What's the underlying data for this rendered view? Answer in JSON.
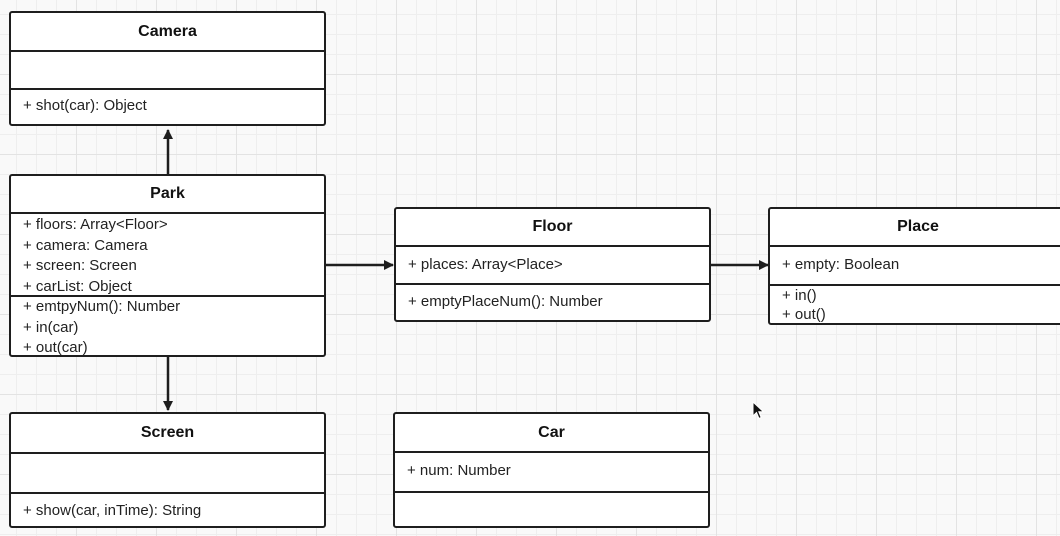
{
  "classes": {
    "camera": {
      "name": "Camera",
      "attributes": [],
      "methods": [
        "+ shot(car): Object"
      ]
    },
    "park": {
      "name": "Park",
      "attributes": [
        "+ floors: Array<Floor>",
        "+ camera: Camera",
        "+ screen: Screen",
        "+ carList: Object"
      ],
      "methods": [
        "+ emtpyNum(): Number",
        "+ in(car)",
        "+ out(car)"
      ]
    },
    "screen": {
      "name": "Screen",
      "attributes": [],
      "methods": [
        "+ show(car, inTime): String"
      ]
    },
    "floor": {
      "name": "Floor",
      "attributes": [
        "+ places: Array<Place>"
      ],
      "methods": [
        "+ emptyPlaceNum(): Number"
      ]
    },
    "place": {
      "name": "Place",
      "attributes": [
        "+ empty: Boolean"
      ],
      "methods": [
        "+ in()",
        "+ out()"
      ]
    },
    "car": {
      "name": "Car",
      "attributes": [
        "+ num: Number"
      ],
      "methods": []
    }
  },
  "relations": [
    {
      "from": "Park",
      "to": "Camera"
    },
    {
      "from": "Park",
      "to": "Screen"
    },
    {
      "from": "Park",
      "to": "Floor"
    },
    {
      "from": "Floor",
      "to": "Place"
    }
  ],
  "colors": {
    "stroke": "#1e1e1e",
    "grid": "#e3e3e3",
    "background": "#f9f9f9"
  },
  "icons": [
    "mouse-cursor-icon"
  ]
}
